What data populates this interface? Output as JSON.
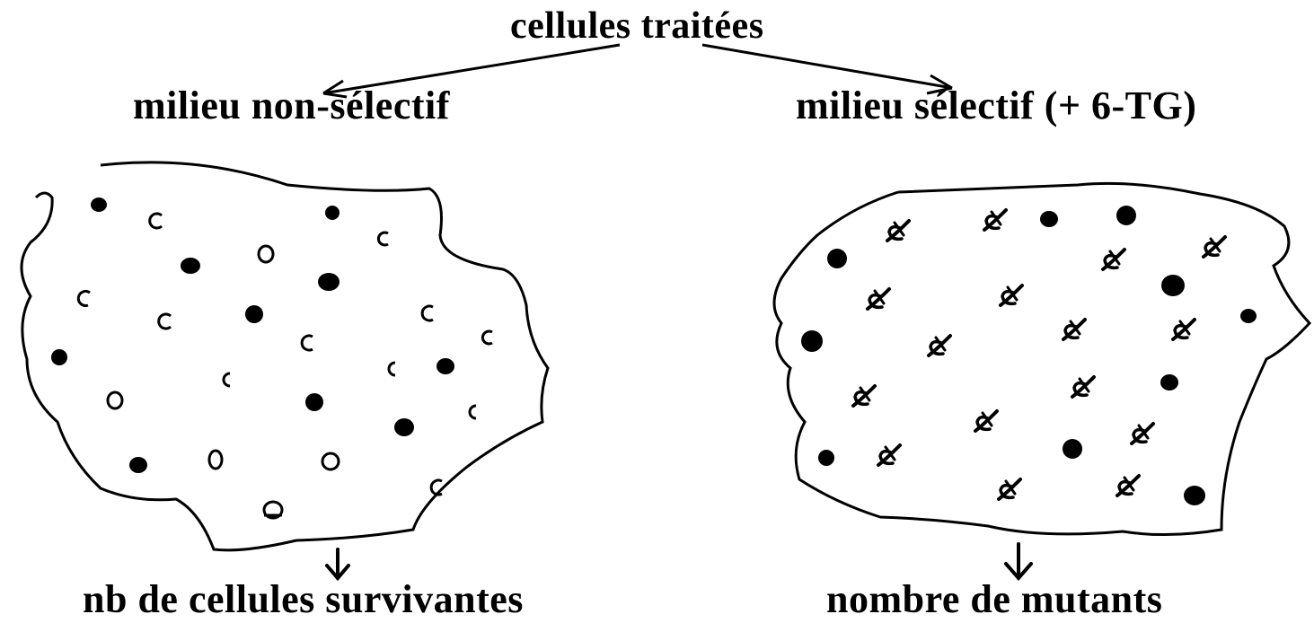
{
  "labels": {
    "top": "cellules traitées",
    "left_medium": "milieu non-sélectif",
    "right_medium": "milieu sélectif (+ 6-TG)",
    "left_result": "nb de cellules survivantes",
    "right_result": "nombre de mutants"
  }
}
